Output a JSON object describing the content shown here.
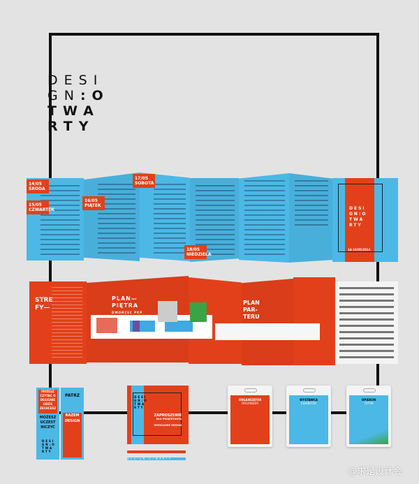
{
  "logo": {
    "line1": "DESI",
    "line2a": "GN",
    "line2b": ":O",
    "line3": "TWA",
    "line4": "RTY"
  },
  "program_brochure": {
    "dates": [
      "14/05 ŚRODA",
      "15/05 CZWARTEK",
      "16/05 PIĄTEK",
      "17/05 SOBOTA",
      "18/05 NIEDZIELA"
    ],
    "cover_logo": [
      "DESI",
      "GN:O",
      "TWA",
      "RTY"
    ],
    "cover_dates": "14-18/05/2014"
  },
  "map_brochure": {
    "zones_title": [
      "STRE",
      "FY—"
    ],
    "plan_floor": [
      "PLAN—",
      "PIĘTRA"
    ],
    "plan_floor_sub": "DWORZEC PKP",
    "plan_ground": [
      "PLAN",
      "PAR-",
      "TERU"
    ]
  },
  "cards": {
    "card1_top": [
      "MOŻESZ",
      "CZYTAĆ O",
      "DESIGNIE",
      "GDZIE",
      "ZECHCESZ"
    ],
    "card1_mid": [
      "MOŻESZ",
      "UCZEST",
      "NICZYĆ"
    ],
    "card2_top": [
      "PATRZ"
    ],
    "card2_mid": [
      "RAZEM",
      "DESIGN"
    ],
    "card_logo": [
      "DESI",
      "GN:O",
      "TWA",
      "RTY"
    ]
  },
  "invitation": {
    "title": "ZAPROSZENIE",
    "subtitle": "DLA PROJEKTANTA",
    "footer": "WROCŁOWE DESIGN",
    "logo": [
      "DESI",
      "GN:O",
      "TWA",
      "RTY"
    ]
  },
  "pencil_text": "DESIGN:OTWARTY",
  "badges": [
    {
      "role": "ORGANIZATOR",
      "role_en": "ORGANIZER",
      "color": "#e2401a"
    },
    {
      "role": "WYSTAWCA",
      "role_en": "EXHIBITOR",
      "color": "#4cb8e6"
    },
    {
      "role": "OPIEKUN",
      "role_en": "TUTOR",
      "color": "#4cb8e6"
    }
  ],
  "watermark": "@求是设计会"
}
